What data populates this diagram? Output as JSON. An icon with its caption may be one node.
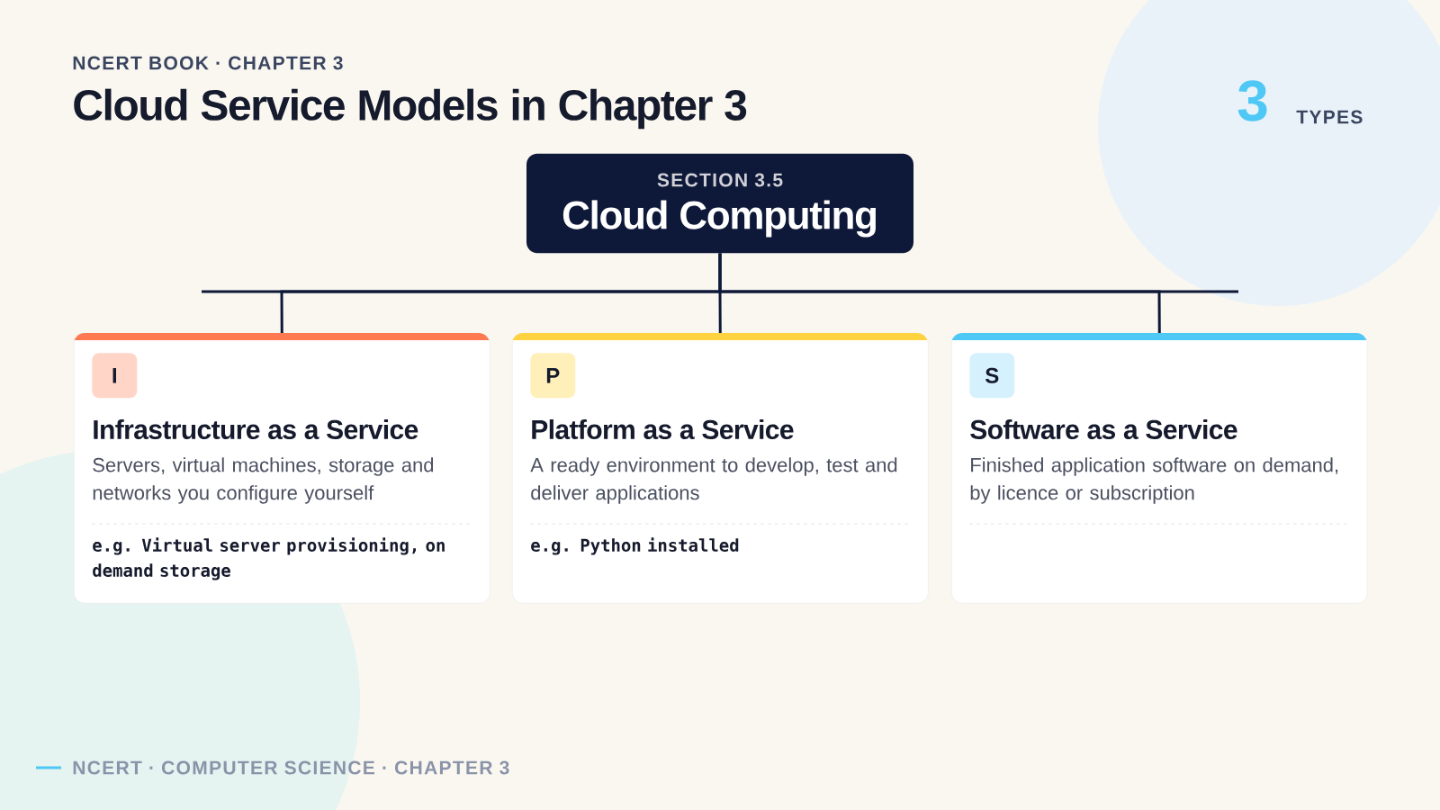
{
  "diagram": {
    "title": "Cloud Service Models in Chapter 3",
    "nodes": [
      {
        "text": [
          "SECTION 3.5",
          "Cloud Computing"
        ]
      },
      {
        "text": [
          "I",
          "Infrastructure as a Service",
          "Servers, virtual machines, storage and networks you configure yourself",
          "e.g. Virtual server provisioning, on demand storage"
        ]
      },
      {
        "text": [
          "P",
          "Platform as a Service",
          "A ready environment to develop, test and deliver applications",
          "e.g. Python installed"
        ]
      },
      {
        "text": [
          "S",
          "Software as a Service",
          "Finished application software on demand, by licence or subscription"
        ]
      }
    ],
    "edges": [
      {
        "from": 0,
        "to": 1,
        "arrow": "none"
      },
      {
        "from": 0,
        "to": 2,
        "arrow": "none"
      },
      {
        "from": 0,
        "to": 3,
        "arrow": "none"
      }
    ],
    "labels": [
      "NCERT BOOK · CHAPTER 3",
      "3",
      "TYPES",
      "NCERT · COMPUTER SCIENCE · CHAPTER 3"
    ]
  }
}
